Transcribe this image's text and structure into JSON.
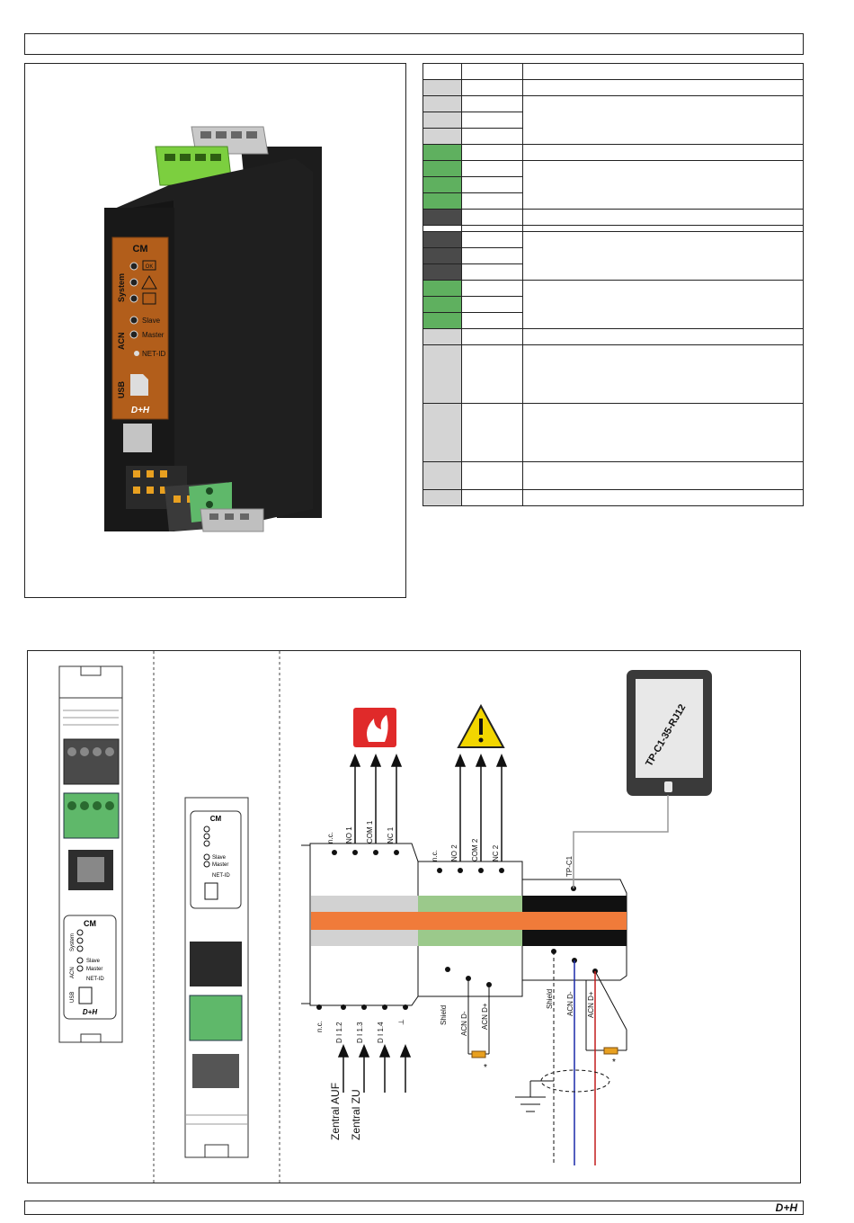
{
  "module": {
    "name": "CM",
    "system_label": "System",
    "ok_label": "OK",
    "acn_label": "ACN",
    "slave_label": "Slave",
    "master_label": "Master",
    "net_id_label": "NET-ID",
    "net_id_label_alt": "NET-ID",
    "usb_label": "USB",
    "brand": "D+H"
  },
  "terminals_table": {
    "row_colors": [
      "",
      "gray",
      "gray",
      "gray",
      "gray",
      "green",
      "green",
      "green",
      "green",
      "dark",
      "",
      "dark",
      "dark",
      "dark",
      "green",
      "green",
      "green",
      "gray",
      "gray",
      "gray",
      "gray",
      "gray"
    ]
  },
  "wiring": {
    "relay1_terminals": [
      "n.c.",
      "NO 1",
      "COM 1",
      "NC 1"
    ],
    "relay2_terminals": [
      "n.c.",
      "NO 2",
      "COM 2",
      "NC 2"
    ],
    "tp_terminal": "TP-C1",
    "input_terminals": [
      "n.c.",
      "D I 1.2",
      "D I 1.3",
      "D I 1.4",
      "⊥"
    ],
    "acn_left_terminals": [
      "Shield",
      "ACN D-",
      "ACN D+"
    ],
    "acn_right_terminals": [
      "Shield",
      "ACN D-",
      "ACN D+"
    ],
    "tablet_label": "TP-C1-35-RJ12",
    "input_labels": [
      "Zentral AUF",
      "Zentral ZU"
    ],
    "resistor_marker": "*"
  },
  "footer": {
    "brand": "D+H"
  }
}
